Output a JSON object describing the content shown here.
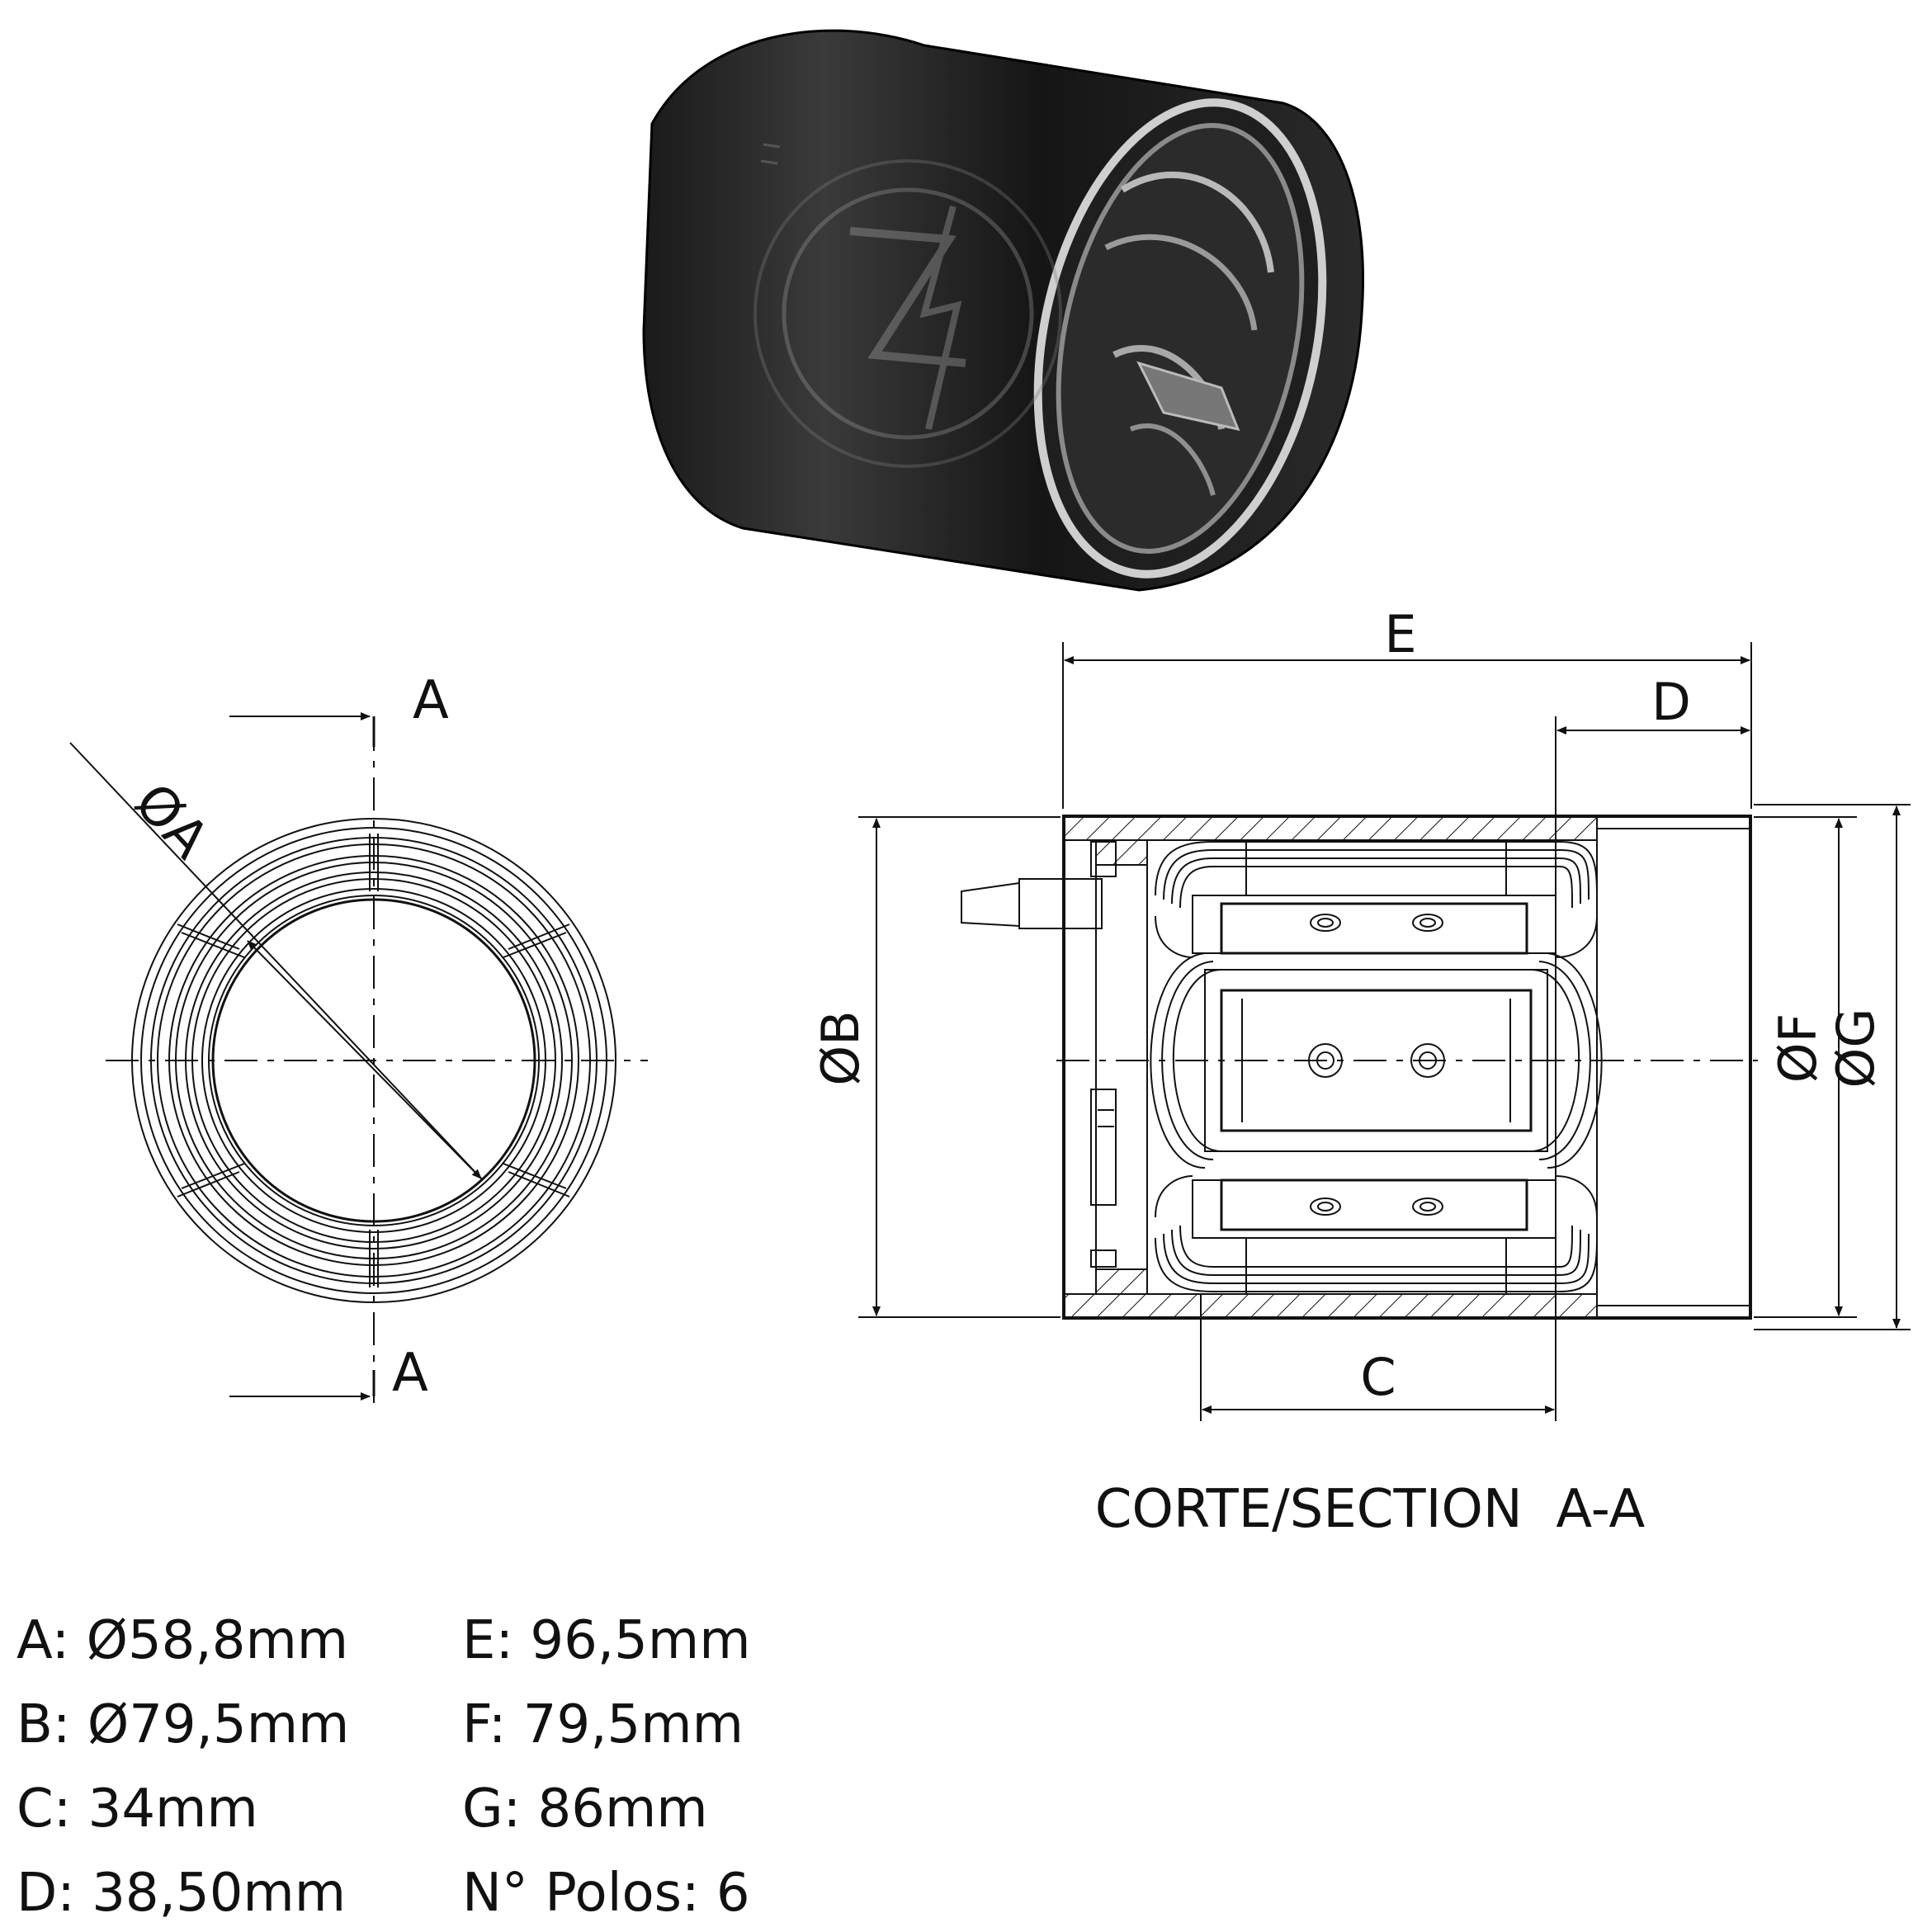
{
  "photo": {
    "logo_text": "ZM"
  },
  "front_view": {
    "section_mark_top": "A",
    "section_mark_bottom": "A",
    "diameter_label": "ØA"
  },
  "section_view": {
    "caption": "CORTE/SECTION  A-A",
    "dim_E": "E",
    "dim_D": "D",
    "dim_C": "C",
    "dim_B": "ØB",
    "dim_F": "ØF",
    "dim_G": "ØG"
  },
  "specs": [
    "A: Ø58,8mm",
    "E: 96,5mm",
    "B: Ø79,5mm",
    "F: 79,5mm",
    "C: 34mm",
    "G: 86mm",
    "D: 38,50mm",
    "N° Polos: 6"
  ]
}
